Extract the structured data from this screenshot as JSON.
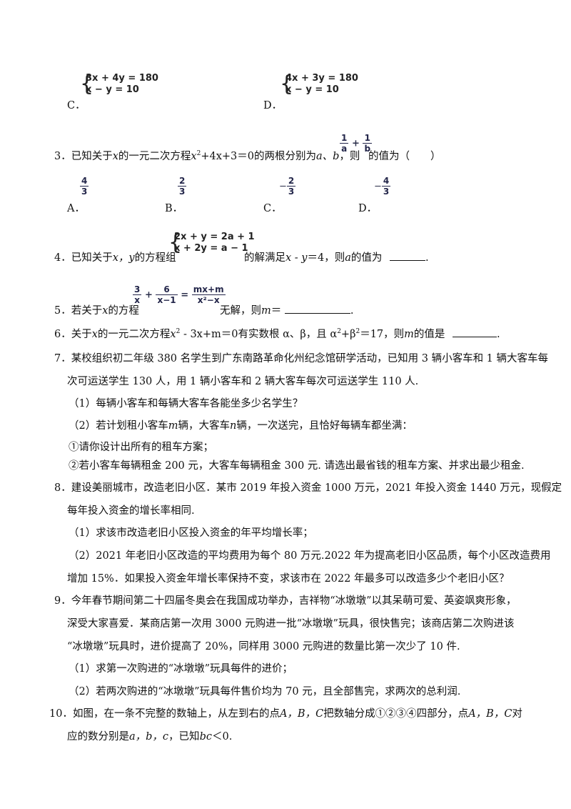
{
  "q2_options": {
    "C": {
      "label": "C．",
      "eq1": "3x + 4y = 180",
      "eq2": "x − y = 10"
    },
    "D": {
      "label": "D．",
      "eq1": "4x + 3y = 180",
      "eq2": "x − y = 10"
    }
  },
  "q3": {
    "num": "3．",
    "text_a": "已知关于",
    "var_x": "x",
    "text_b": "的一元二次方程",
    "eq": "x",
    "eq_rest": "+4x+3＝0的两根分别为",
    "roots": "a、b",
    "text_c": "，则",
    "expr_a_num": "1",
    "expr_a_den": "a",
    "expr_plus": "+",
    "expr_b_num": "1",
    "expr_b_den": "b",
    "text_d": "的值为（　　）",
    "options": [
      {
        "label": "A．",
        "sign": "",
        "num": "4",
        "den": "3"
      },
      {
        "label": "B．",
        "sign": "",
        "num": "2",
        "den": "3"
      },
      {
        "label": "C．",
        "sign": "−",
        "num": "2",
        "den": "3"
      },
      {
        "label": "D．",
        "sign": "−",
        "num": "4",
        "den": "3"
      }
    ]
  },
  "q4": {
    "num": "4．",
    "text_a": "已知关于",
    "vars": "x，y",
    "text_b": "的方程组",
    "eq1": "2x + y = 2a + 1",
    "eq2": "x + 2y = a − 1",
    "text_c": "的解满足",
    "cond": "x - y",
    "text_d": "＝4，则",
    "var_a": "a",
    "text_e": "的值为",
    "end": "."
  },
  "q5": {
    "num": "5．",
    "text_a": "若关于",
    "var_x": "x",
    "text_b": "的方程",
    "f1_num": "3",
    "f1_den": "x",
    "plus": "+",
    "f2_num": "6",
    "f2_den": "x−1",
    "eq": "=",
    "f3_num": "mx+m",
    "f3_den": "x²−x",
    "text_c": "无解，则",
    "var_m": "m",
    "text_d": "＝",
    "end": "."
  },
  "q6": {
    "num": "6．",
    "text": "关于",
    "var_x": "x",
    "text_b": "的一元二次方程",
    "eq": "x",
    "eq_rest": " - 3x+m＝0有实数根 α、β，且 α",
    "eq_rest2": "+β",
    "eq_rest3": "＝17，则",
    "var_m": "m",
    "text_c": "的值是",
    "end": "."
  },
  "q7": {
    "num": "7．",
    "line1": "某校组织初二年级 380 名学生到广东南路革命化州纪念馆研学活动，已知用 3 辆小客车和 1 辆大客车每",
    "line2": "次可运送学生 130 人，用 1 辆小客车和 2 辆大客车每次可运送学生 110 人.",
    "sub1": "（1）每辆小客车和每辆大客车各能坐多少名学生？",
    "sub2_a": "（2）若计划租小客车",
    "sub2_m": "m",
    "sub2_b": "辆，大客车",
    "sub2_n": "n",
    "sub2_c": "辆，一次送完，且恰好每辆车都坐满：",
    "sub3": "①请你设计出所有的租车方案；",
    "sub4": "②若小客车每辆租金 200 元，大客车每辆租金 300 元. 请选出最省钱的租车方案、并求出最少租金."
  },
  "q8": {
    "num": "8．",
    "line1": "建设美丽城市，改造老旧小区．某市 2019 年投入资金 1000 万元，2021 年投入资金 1440 万元，现假定",
    "line2": "每年投入资金的增长率相同.",
    "sub1": "（1）求该市改造老旧小区投入资金的年平均增长率；",
    "sub2": "（2）2021 年老旧小区改造的平均费用为每个 80 万元.2022 年为提高老旧小区品质，每个小区改造费用",
    "sub3": "增加 15%．如果投入资金年增长率保持不变，求该市在 2022 年最多可以改造多少个老旧小区？"
  },
  "q9": {
    "num": "9．",
    "line1": "今年春节期间第二十四届冬奥会在我国成功举办，吉祥物“冰墩墩”以其呆萌可爱、英姿飒爽形象，",
    "line2": "深受大家喜爱．某商店第一次用 3000 元购进一批“冰墩墩”玩具，很快售完；该商店第二次购进该",
    "line3": "“冰墩墩”玩具时，进价提高了 20%，同样用 3000 元购进的数量比第一次少了 10 件.",
    "sub1": "（1）求第一次购进的“冰墩墩”玩具每件的进价；",
    "sub2": "（2）若两次购进的“冰墩墩”玩具每件售价均为 70 元，且全部售完，求两次的总利润."
  },
  "q10": {
    "num": "10．",
    "line1_a": "如图，在一条不完整的数轴上，从左到右的点",
    "line1_pts": "A，B，C",
    "line1_b": "把数轴分成①②③④四部分，点",
    "line1_pts2": "A，B，C",
    "line1_c": "对",
    "line2_a": "应的数分别是",
    "line2_vars": "a，b，c",
    "line2_b": "，已知",
    "line2_cond": "bc",
    "line2_c": "＜0."
  }
}
